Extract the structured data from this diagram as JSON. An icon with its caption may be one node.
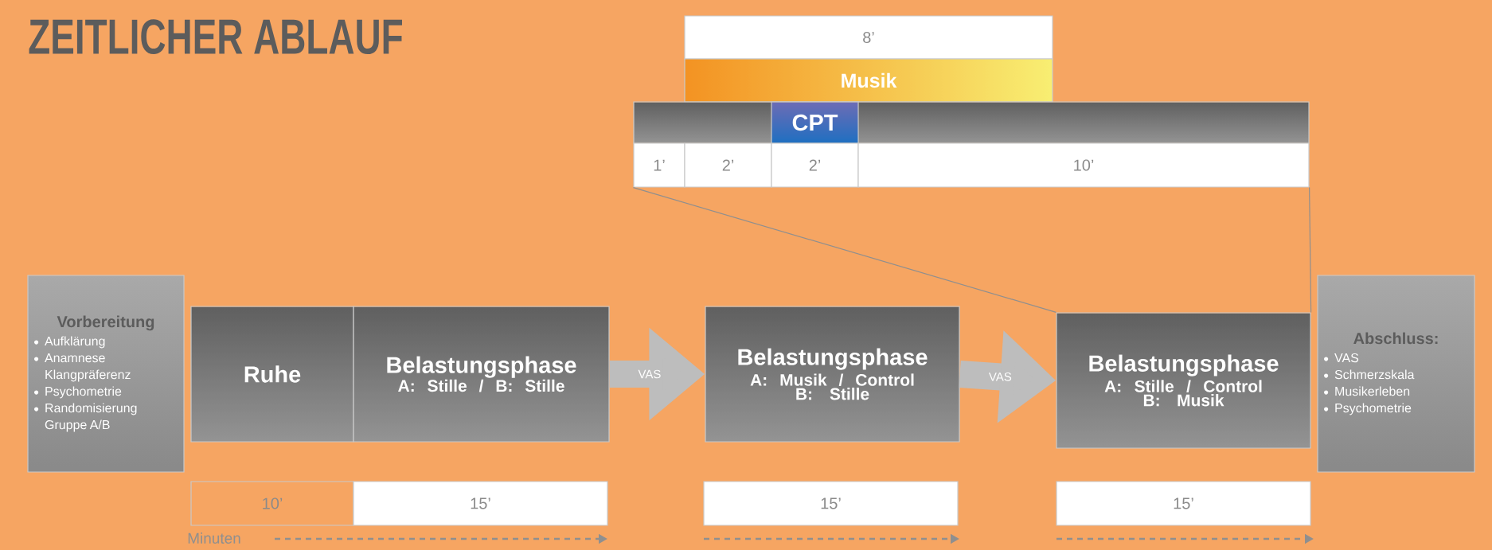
{
  "diagram": {
    "title": "ZEITLICHER ABLAUF",
    "nodes": [
      {
        "text": [
          "Vorbereitung",
          "Aufklärung",
          "Anamnese Klangpräferenz",
          "Psychometrie",
          "Randomisierung Gruppe A/B"
        ]
      },
      {
        "text": [
          "Ruhe"
        ]
      },
      {
        "text": [
          "Belastungsphase",
          "A: Stille / B: Stille"
        ]
      },
      {
        "text": [
          "Belastungsphase",
          "A: Musik / Control",
          "B: Stille"
        ]
      },
      {
        "text": [
          "Belastungsphase",
          "A: Stille / Control",
          "B: Musik"
        ]
      },
      {
        "text": [
          "Abschluss:",
          "VAS",
          "Schmerzskala",
          "Musikerleben",
          "Psychometrie"
        ]
      },
      {
        "text": [
          "10’"
        ]
      },
      {
        "text": [
          "15’"
        ]
      },
      {
        "text": [
          "15’"
        ]
      },
      {
        "text": [
          "15’"
        ]
      },
      {
        "text": [
          "8’"
        ]
      },
      {
        "text": [
          "Musik"
        ]
      },
      {
        "text": [],
        "shape": "bar"
      },
      {
        "text": [
          "CPT"
        ],
        "in": 12
      },
      {
        "text": [
          "1’"
        ]
      },
      {
        "text": [
          "2’"
        ]
      },
      {
        "text": [
          "2’"
        ]
      },
      {
        "text": [
          "10’"
        ]
      }
    ],
    "edges": [
      {
        "from": 2,
        "to": 3,
        "arrow": "to",
        "label": "VAS",
        "style": "thick"
      },
      {
        "from": 3,
        "to": 4,
        "arrow": "to",
        "label": "VAS",
        "style": "thick"
      },
      {
        "from": 14,
        "to": 4,
        "arrow": "none"
      },
      {
        "from": 17,
        "to": 4,
        "arrow": "none"
      }
    ],
    "labels": [
      "Minuten"
    ]
  }
}
